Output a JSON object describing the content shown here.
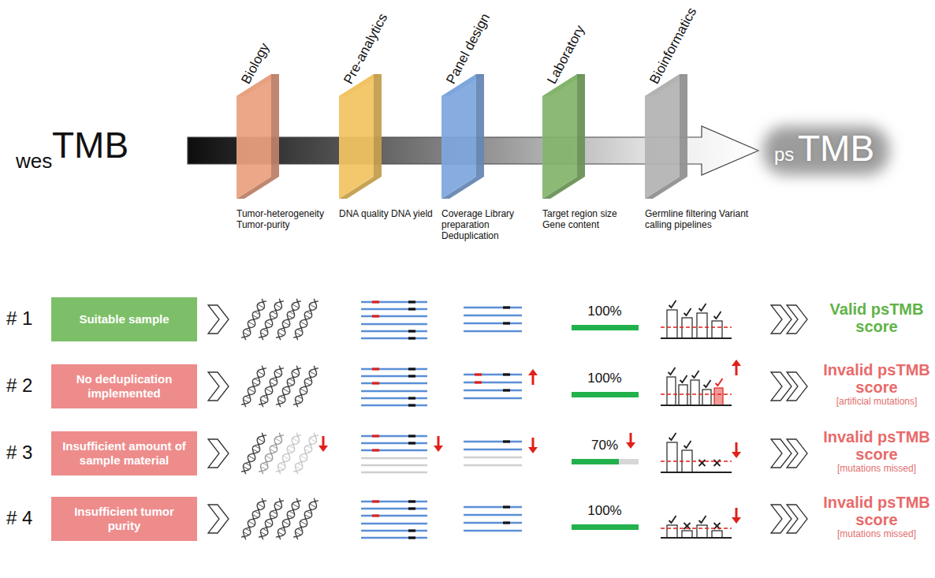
{
  "diagram": {
    "nodes": [
      {
        "text": [
          "Biology",
          "Tumor-heterogeneity Tumor-purity"
        ]
      },
      {
        "text": [
          "Pre-analytics",
          "DNA quality DNA yield"
        ]
      },
      {
        "text": [
          "Panel design",
          "Coverage Library preparation Deduplication"
        ]
      },
      {
        "text": [
          "Laboratory",
          "Target region size Gene content"
        ]
      },
      {
        "text": [
          "Bioinformatics",
          "Germline filtering Variant calling pipelines"
        ]
      },
      {
        "text": [
          "Suitable sample"
        ]
      },
      {
        "text": [
          "No deduplication implemented"
        ]
      },
      {
        "text": [
          "Insufficient amount of sample material"
        ]
      },
      {
        "text": [
          "Insufficient tumor purity"
        ]
      }
    ],
    "labels": [
      "wes",
      "TMB",
      "ps",
      "TMB",
      "# 1",
      "# 2",
      "# 3",
      "# 4",
      "100%",
      "100%",
      "70%",
      "100%",
      "Valid psTMB score",
      "Invalid psTMB score",
      "[artificial mutations]",
      "Invalid psTMB score",
      "[mutations missed]",
      "Invalid psTMB score",
      "[mutations missed]"
    ]
  }
}
